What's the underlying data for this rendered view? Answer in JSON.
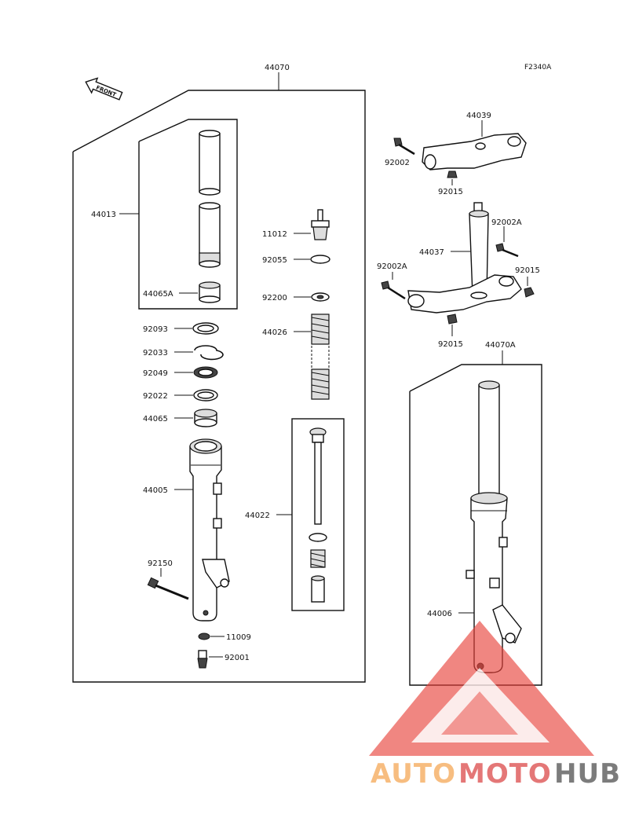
{
  "figure_code": "F2340A",
  "front_label": "FRONT",
  "assemblies": {
    "left_fork": "44070",
    "right_fork": "44070A"
  },
  "parts": {
    "p44013": "44013",
    "p44065A": "44065A",
    "p92093": "92093",
    "p92033": "92033",
    "p92049": "92049",
    "p92022": "92022",
    "p44065": "44065",
    "p44005": "44005",
    "p92150": "92150",
    "p11009": "11009",
    "p92001": "92001",
    "p11012": "11012",
    "p92055": "92055",
    "p92200": "92200",
    "p44026": "44026",
    "p44022": "44022",
    "p44039": "44039",
    "p92002": "92002",
    "p92015_top": "92015",
    "p92002A_right": "92002A",
    "p44037": "44037",
    "p92002A_left": "92002A",
    "p92015_right": "92015",
    "p92015_bottom": "92015",
    "p44006": "44006"
  },
  "watermark": {
    "part1": "AUTO",
    "part2": "MOTO",
    "part3": "HUB",
    "color1": "#f6b26b",
    "color2": "#e06060",
    "color3": "#666666",
    "triangle_color": "#e8413a"
  }
}
